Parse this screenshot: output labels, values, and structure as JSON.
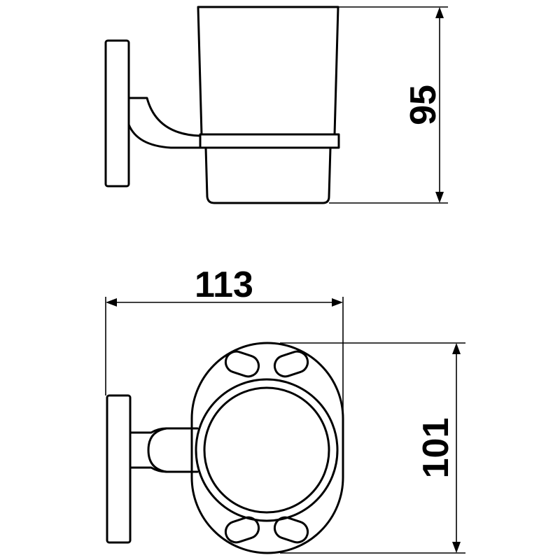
{
  "dimensions": {
    "height": "95",
    "width": "113",
    "depth": "101"
  },
  "colors": {
    "line": "#000000",
    "background": "#ffffff"
  }
}
